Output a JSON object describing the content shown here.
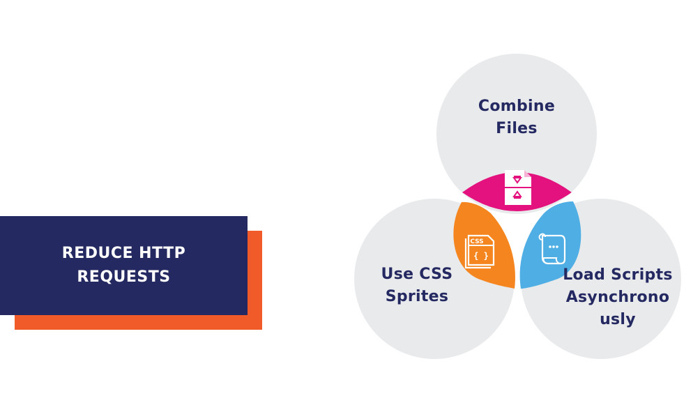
{
  "title": {
    "lines": [
      "REDUCE HTTP",
      "REQUESTS"
    ]
  },
  "circles": {
    "top": {
      "lines": [
        "Combine",
        "Files"
      ]
    },
    "left": {
      "lines": [
        "Use CSS",
        "Sprites"
      ]
    },
    "right": {
      "lines": [
        "Load Scripts",
        "Asynchrono",
        "usly"
      ]
    }
  },
  "icons": {
    "css_badge": "CSS",
    "css_braces": "{ }",
    "top_icon": "file-compress-icon",
    "left_icon": "css-file-icon",
    "right_icon": "script-scroll-icon"
  },
  "colors": {
    "title_bg": "#242961",
    "title_shadow": "#f15a29",
    "circle_fill": "#e9eaeb",
    "overlap_top": "#e4127e",
    "overlap_left": "#f5861f",
    "overlap_right": "#4faee4",
    "label_text": "#242961"
  }
}
